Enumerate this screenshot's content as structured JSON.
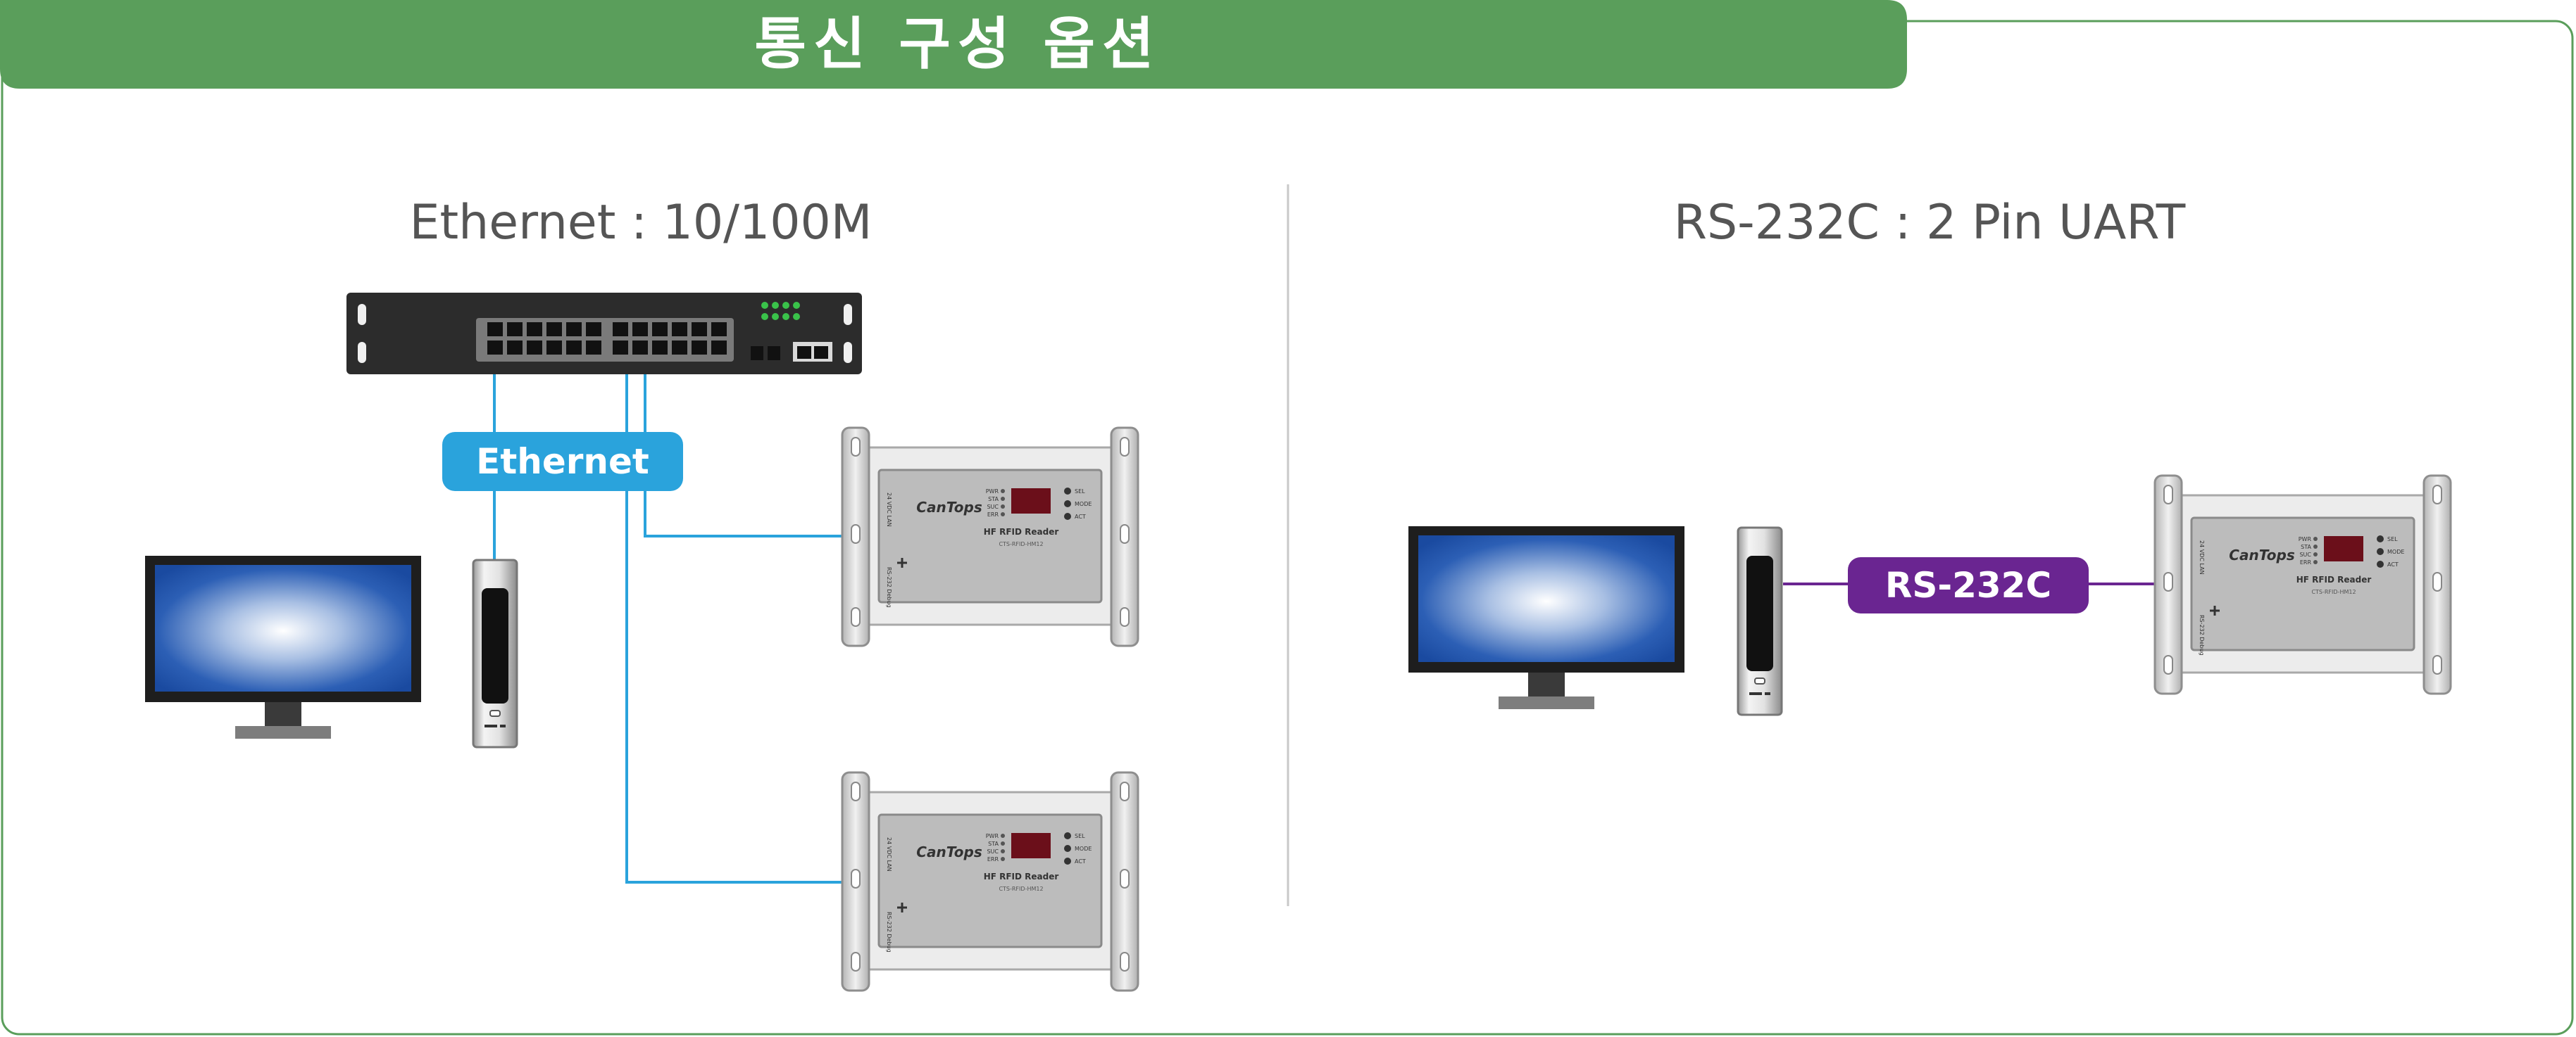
{
  "banner": {
    "title": "통신 구성 옵션",
    "color": "#5a9e5b"
  },
  "sections": {
    "ethernet": {
      "heading": "Ethernet : 10/100M",
      "link_label": "Ethernet",
      "link_color": "#2aa3dc"
    },
    "rs232": {
      "heading": "RS-232C : 2 Pin UART",
      "link_label": "RS-232C",
      "link_color": "#6a2591"
    }
  },
  "device": {
    "brand": "CanTops",
    "name": "HF RFID Reader",
    "model": "CTS-RFID-HM12",
    "leds_left": [
      "PWR",
      "STA",
      "SUC",
      "ERR"
    ],
    "leds_right": [
      "SEL",
      "MODE",
      "ACT"
    ],
    "port_top": "24 VDC LAN",
    "port_bottom": "RS-232 Debug"
  }
}
